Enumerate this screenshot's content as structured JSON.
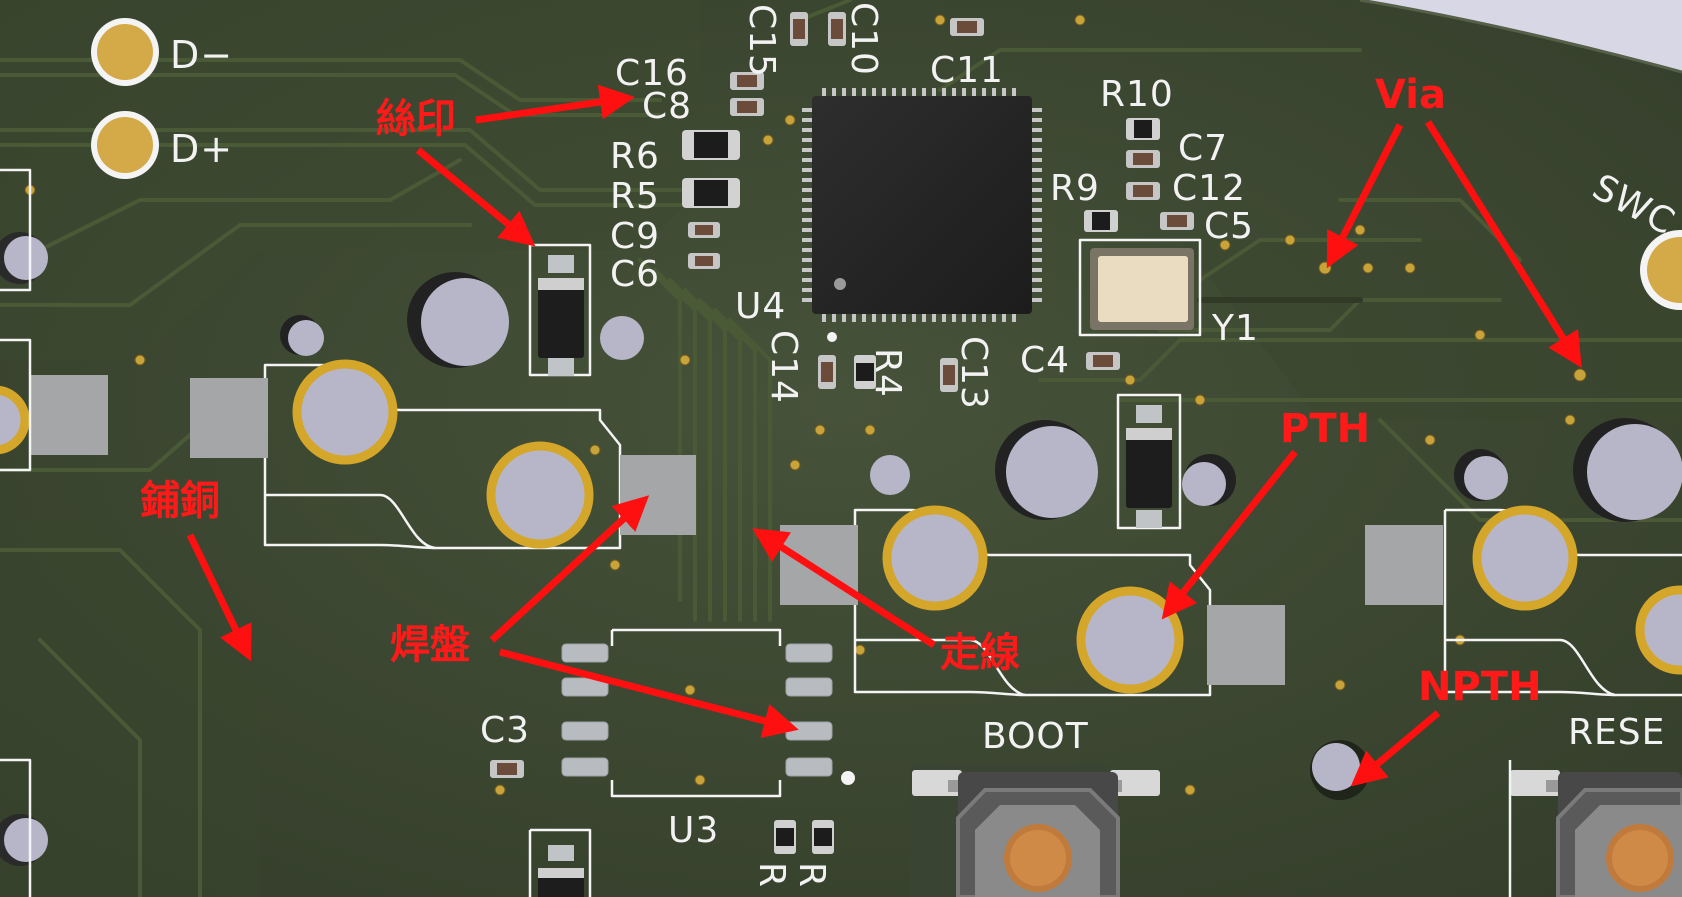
{
  "colors": {
    "board": "#3a4630",
    "copper_pour": "#3e4a33",
    "silkscreen": "#f2f2f2",
    "annotation": "#ff1a1a",
    "gold": "#d4a62a",
    "hole": "#b7b6c9",
    "pad": "#b8bcc0",
    "chip": "#262626"
  },
  "silkscreen": {
    "d_minus": "D−",
    "d_plus": "D+",
    "c15": "C15",
    "c10": "C10",
    "c11": "C11",
    "c16": "C16",
    "c8": "C8",
    "r6": "R6",
    "r5": "R5",
    "c9": "C9",
    "c6": "C6",
    "r10": "R10",
    "c7": "C7",
    "r9": "R9",
    "c12": "C12",
    "c5": "C5",
    "u4": "U4",
    "c14": "C14",
    "r4": "R4",
    "c13": "C13",
    "c4": "C4",
    "y1": "Y1",
    "swc": "SWC",
    "c3": "C3",
    "u3": "U3",
    "r_left": "R",
    "r_right": "R",
    "boot": "BOOT",
    "reset": "RESE"
  },
  "annotations": {
    "silkscreen_label": "絲印",
    "copper_pour_label": "鋪銅",
    "pad_label": "焊盤",
    "trace_label": "走線",
    "via_label": "Via",
    "pth_label": "PTH",
    "npth_label": "NPTH"
  }
}
